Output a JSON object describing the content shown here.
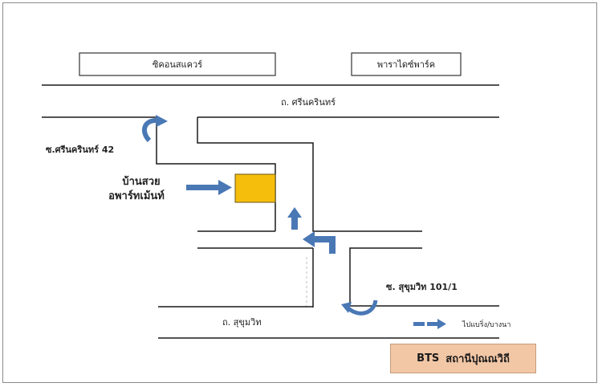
{
  "landmarks": {
    "hilton": "ซิคอนสแควร์",
    "paradise": "พาราไดซ์พาร์ค",
    "apartment_line1": "บ้านสวย",
    "apartment_line2": "อพาร์ทเม้นท์"
  },
  "roads": {
    "srinakarin": "ถ. ศรีนครินทร์",
    "soi_srinakarin_42": "ซ.ศรีนครินทร์ 42",
    "soi_sukhumvit_101_1": "ซ. สุขุมวิท 101/1",
    "sukhumvit": "ถ. สุขุมวิท"
  },
  "legend": {
    "to_bearing": "ไปแบริ่ง/บางนา"
  },
  "bts": {
    "prefix": "BTS",
    "station": "สถานีปุณณวิถี"
  },
  "colors": {
    "arrow": "#4a78b5",
    "apartment_box": "#f5bd0c",
    "road_line": "#1a1a1a",
    "bts_badge": "#f2c7a6"
  }
}
